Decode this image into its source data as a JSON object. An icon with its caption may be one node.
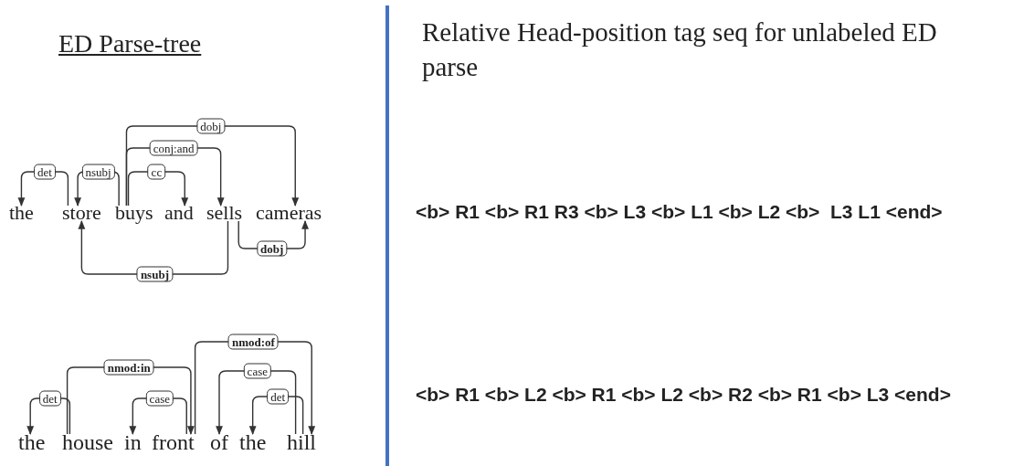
{
  "diagram": {
    "title": "ED Parse-tree",
    "nodes": [
      {
        "text": [
          "the"
        ]
      },
      {
        "text": [
          "store"
        ]
      },
      {
        "text": [
          "buys"
        ]
      },
      {
        "text": [
          "and"
        ]
      },
      {
        "text": [
          "sells"
        ]
      },
      {
        "text": [
          "cameras"
        ]
      },
      {
        "text": [
          "the"
        ]
      },
      {
        "text": [
          "house"
        ]
      },
      {
        "text": [
          "in"
        ]
      },
      {
        "text": [
          "front"
        ]
      },
      {
        "text": [
          "of"
        ]
      },
      {
        "text": [
          "the"
        ]
      },
      {
        "text": [
          "hill"
        ]
      }
    ],
    "edges": [
      {
        "from": 1,
        "to": 0,
        "arrow": "to",
        "label": "det"
      },
      {
        "from": 2,
        "to": 1,
        "arrow": "to",
        "label": "nsubj"
      },
      {
        "from": 2,
        "to": 3,
        "arrow": "to",
        "label": "cc"
      },
      {
        "from": 2,
        "to": 4,
        "arrow": "to",
        "label": "conj:and"
      },
      {
        "from": 2,
        "to": 5,
        "arrow": "to",
        "label": "dobj"
      },
      {
        "from": 4,
        "to": 1,
        "arrow": "to",
        "label": "nsubj"
      },
      {
        "from": 4,
        "to": 5,
        "arrow": "to",
        "label": "dobj"
      },
      {
        "from": 7,
        "to": 6,
        "arrow": "to",
        "label": "det"
      },
      {
        "from": 7,
        "to": 9,
        "arrow": "to",
        "label": "nmod:in"
      },
      {
        "from": 9,
        "to": 8,
        "arrow": "to",
        "label": "case"
      },
      {
        "from": 9,
        "to": 12,
        "arrow": "to",
        "label": "nmod:of"
      },
      {
        "from": 12,
        "to": 10,
        "arrow": "to",
        "label": "case"
      },
      {
        "from": 12,
        "to": 11,
        "arrow": "to",
        "label": "det"
      }
    ],
    "labels": [
      "Relative Head-position tag seq for unlabeled ED parse",
      "<b> R1 <b> R1 R3 <b> L3 <b> L1 <b> L2 <b>  L3 L1 <end>",
      "<b> R1 <b> L2 <b> R1 <b> L2 <b> R2 <b> R1 <b> L3 <end>"
    ]
  }
}
